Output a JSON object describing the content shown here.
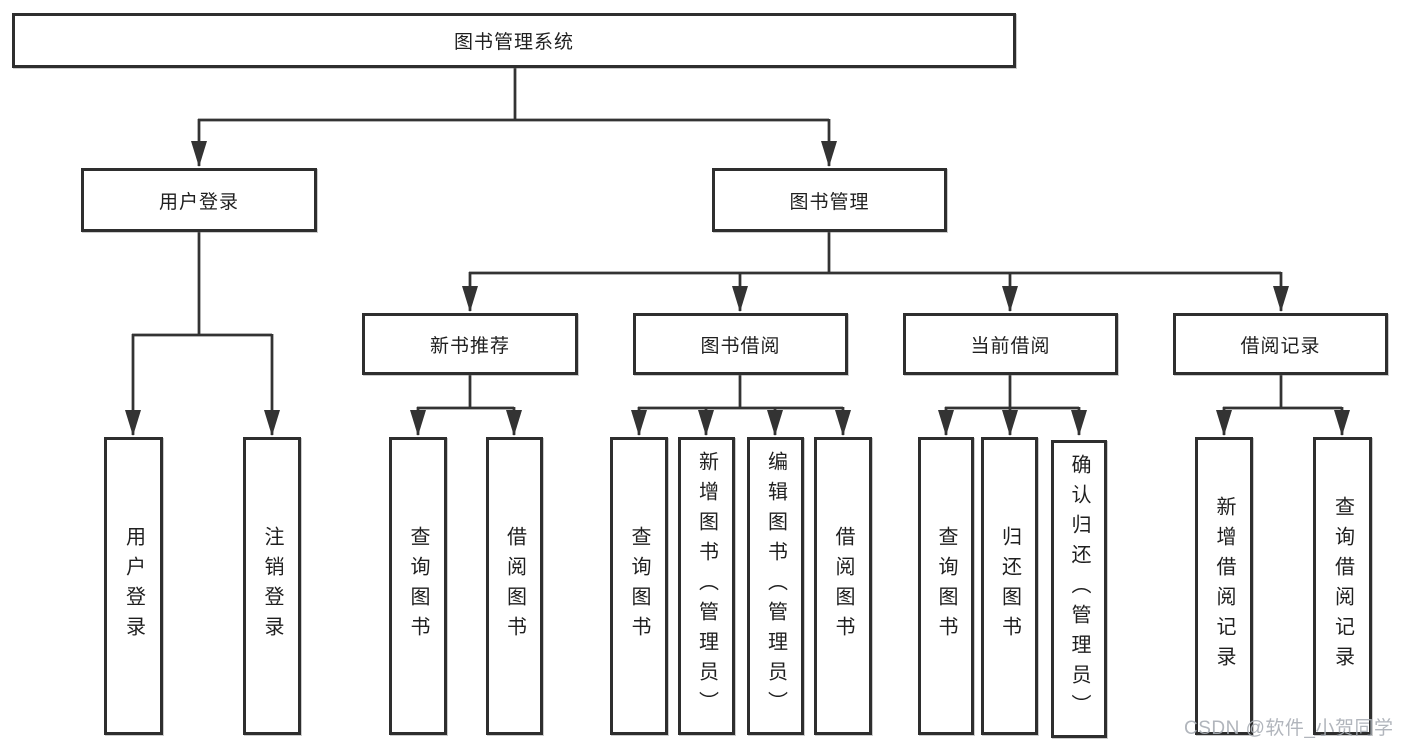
{
  "tree": {
    "root": {
      "label": "图书管理系统"
    },
    "level2": [
      {
        "label": "用户登录"
      },
      {
        "label": "图书管理"
      }
    ],
    "user_login_children": [
      {
        "label": "用户登录"
      },
      {
        "label": "注销登录"
      }
    ],
    "book_management_groups": [
      {
        "label": "新书推荐",
        "children": [
          {
            "label": "查询图书"
          },
          {
            "label": "借阅图书"
          }
        ]
      },
      {
        "label": "图书借阅",
        "children": [
          {
            "label": "查询图书"
          },
          {
            "label": "新增图书（管理员）"
          },
          {
            "label": "编辑图书（管理员）"
          },
          {
            "label": "借阅图书"
          }
        ]
      },
      {
        "label": "当前借阅",
        "children": [
          {
            "label": "查询图书"
          },
          {
            "label": "归还图书"
          },
          {
            "label": "确认归还（管理员）"
          }
        ]
      },
      {
        "label": "借阅记录",
        "children": [
          {
            "label": "新增借阅记录"
          },
          {
            "label": "查询借阅记录"
          }
        ]
      }
    ]
  },
  "watermark": {
    "text": "CSDN @软件_小贺同学"
  },
  "colors": {
    "line": "#333333",
    "border": "#2e2e2e",
    "fill": "#ffffff",
    "text": "#1f1f1f",
    "watermark": "#a9aeb5"
  }
}
